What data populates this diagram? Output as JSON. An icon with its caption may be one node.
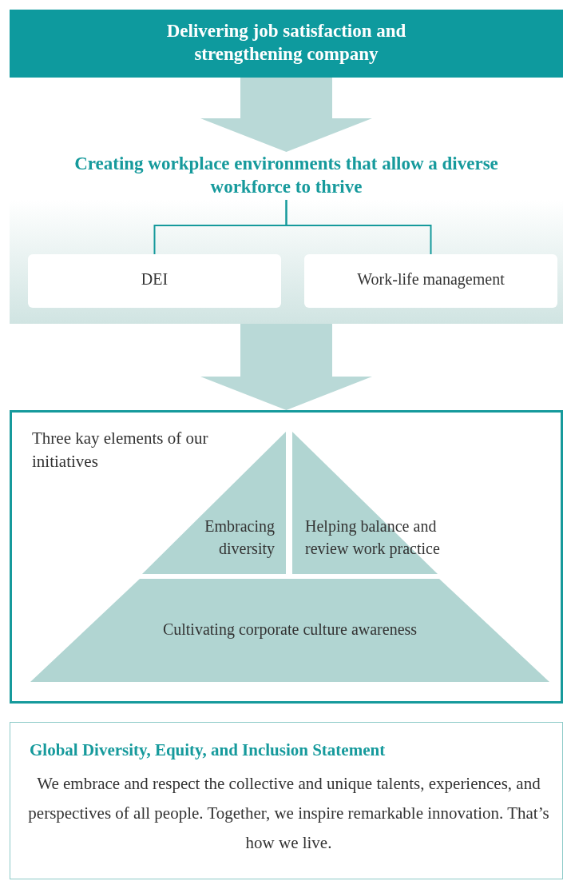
{
  "diagram": {
    "nodes": [
      {
        "text": [
          "Delivering job satisfaction and strengthening company"
        ]
      },
      {
        "text": [
          "Creating workplace environments that allow a diverse workforce to thrive"
        ]
      },
      {
        "text": [
          "DEI"
        ],
        "in": 1
      },
      {
        "text": [
          "Work-life management"
        ],
        "in": 1
      },
      {
        "text": [
          "Three kay elements of our initiatives"
        ]
      },
      {
        "text": [
          "Embracing diversity"
        ],
        "in": 4
      },
      {
        "text": [
          "Helping balance and review work practice"
        ],
        "in": 4
      },
      {
        "text": [
          "Cultivating corporate culture awareness"
        ],
        "in": 4
      },
      {
        "text": [
          "Global Diversity, Equity, and Inclusion Statement",
          "We embrace and respect the collective and unique talents, experiences, and perspectives of all people. Together, we inspire remarkable innovation. That’s how we live."
        ]
      }
    ],
    "edges": [
      {
        "from": 0,
        "to": 1,
        "arrow": "to",
        "style": "thick"
      },
      {
        "from": 1,
        "to": 2,
        "arrow": "none",
        "color": "#169a9c"
      },
      {
        "from": 1,
        "to": 3,
        "arrow": "none",
        "color": "#169a9c"
      },
      {
        "from": 1,
        "to": 4,
        "arrow": "to",
        "style": "thick"
      }
    ]
  }
}
